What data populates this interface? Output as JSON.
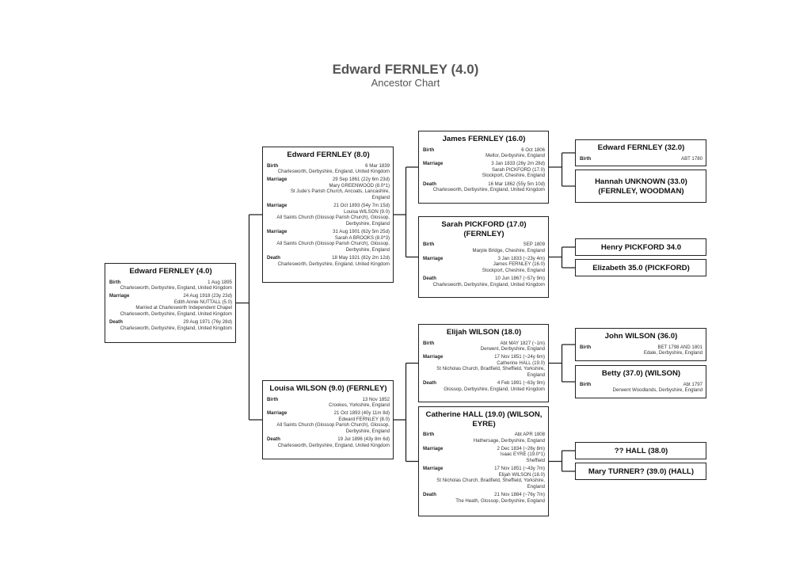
{
  "header": {
    "title": "Edward FERNLEY (4.0)",
    "subtitle": "Ancestor Chart"
  },
  "people": [
    {
      "id": "edward-4",
      "name": "Edward FERNLEY (4.0)",
      "events": [
        {
          "label": "Birth",
          "lines": [
            "1 Aug 1895",
            "Charlesworth, Derbyshire, England, United Kingdom"
          ]
        },
        {
          "label": "Marriage",
          "lines": [
            "24 Aug 1918 (23y 23d)",
            "Edith Annie NUTTALL (5.0)",
            "Married at Charlesworth Independent Chapel",
            "Charlesworth, Derbyshire, England, United Kingdom"
          ]
        },
        {
          "label": "Death",
          "lines": [
            "29 Aug 1971 (76y 28d)",
            "Charlesworth, Derbyshire, England, United Kingdom"
          ]
        }
      ]
    },
    {
      "id": "edward-8",
      "name": "Edward FERNLEY (8.0)",
      "events": [
        {
          "label": "Birth",
          "lines": [
            "6 Mar 1839",
            "Charlesworth, Derbyshire, England, United Kingdom"
          ]
        },
        {
          "label": "Marriage",
          "lines": [
            "29 Sep 1861 (22y 6m 23d)",
            "Mary GREENWOOD (8.0*1)",
            "St Jude's Parish Church, Ancoats, Lancashire,",
            "England"
          ]
        },
        {
          "label": "Marriage",
          "lines": [
            "21 Oct 1893 (54y 7m 15d)",
            "Louisa WILSON (9.0)",
            "All Saints Church (Glossop Parish Church), Glossop,",
            "Derbyshire, England"
          ]
        },
        {
          "label": "Marriage",
          "lines": [
            "31 Aug 1901 (62y 5m 25d)",
            "Sarah A BROOKS (8.0*3)",
            "All Saints Church (Glossop Parish Church), Glossop,",
            "Derbyshire, England"
          ]
        },
        {
          "label": "Death",
          "lines": [
            "18 May 1921 (82y 2m 12d)",
            "Charlesworth, Derbyshire, England, United Kingdom"
          ]
        }
      ]
    },
    {
      "id": "louisa-9",
      "name": "Louisa WILSON (9.0) (FERNLEY)",
      "events": [
        {
          "label": "Birth",
          "lines": [
            "13 Nov 1852",
            "Crookes, Yorkshire, England"
          ]
        },
        {
          "label": "Marriage",
          "lines": [
            "21 Oct 1893 (40y 11m 8d)",
            "Edward FERNLEY (8.0)",
            "All Saints Church (Glossop Parish Church), Glossop,",
            "Derbyshire, England"
          ]
        },
        {
          "label": "Death",
          "lines": [
            "19 Jul 1896 (43y 8m 6d)",
            "Charlesworth, Derbyshire, England, United Kingdom"
          ]
        }
      ]
    },
    {
      "id": "james-16",
      "name": "James FERNLEY (16.0)",
      "events": [
        {
          "label": "Birth",
          "lines": [
            "6 Oct 1806",
            "Mellor, Derbyshire, England"
          ]
        },
        {
          "label": "Marriage",
          "lines": [
            "3 Jan 1833 (26y 2m 28d)",
            "Sarah PICKFORD (17.0)",
            "Stockport, Cheshire, England"
          ]
        },
        {
          "label": "Death",
          "lines": [
            "16 Mar 1862 (55y 5m 10d)",
            "Charlesworth, Derbyshire, England, United Kingdom"
          ]
        }
      ]
    },
    {
      "id": "sarah-17",
      "name": "Sarah PICKFORD (17.0) (FERNLEY)",
      "events": [
        {
          "label": "Birth",
          "lines": [
            "SEP 1809",
            "Marple Bridge, Cheshire, England"
          ]
        },
        {
          "label": "Marriage",
          "lines": [
            "3 Jan 1833 (~23y 4m)",
            "James FERNLEY (16.0)",
            "Stockport, Cheshire, England"
          ]
        },
        {
          "label": "Death",
          "lines": [
            "10 Jun 1867 (~57y 9m)",
            "Charlesworth, Derbyshire, England, United Kingdom"
          ]
        }
      ]
    },
    {
      "id": "elijah-18",
      "name": "Elijah WILSON (18.0)",
      "events": [
        {
          "label": "Birth",
          "lines": [
            "Abt MAY 1827 (~1m)",
            "Derwent, Derbyshire, England"
          ]
        },
        {
          "label": "Marriage",
          "lines": [
            "17 Nov 1851 (~24y 6m)",
            "Catherine HALL (19.0)",
            "St Nicholas Church, Bradfield, Sheffield, Yorkshire,",
            "England"
          ]
        },
        {
          "label": "Death",
          "lines": [
            "4 Feb 1891 (~63y 9m)",
            "Glossop, Derbyshire, England, United Kingdom"
          ]
        }
      ]
    },
    {
      "id": "catherine-19",
      "name": "Catherine HALL (19.0) (WILSON, EYRE)",
      "events": [
        {
          "label": "Birth",
          "lines": [
            "Abt APR 1808",
            "Hathersage, Derbyshire, England"
          ]
        },
        {
          "label": "Marriage",
          "lines": [
            "2 Dec 1834 (~26y 8m)",
            "Isaac EYRE (19.0*1)",
            "Sheffield"
          ]
        },
        {
          "label": "Marriage",
          "lines": [
            "17 Nov 1851 (~43y 7m)",
            "Elijah WILSON (18.0)",
            "St Nicholas Church, Bradfield, Sheffield, Yorkshire,",
            "England"
          ]
        },
        {
          "label": "Death",
          "lines": [
            "21 Nov 1884 (~76y 7m)",
            "The Heath, Glossop, Derbyshire, England"
          ]
        }
      ]
    },
    {
      "id": "edward-32",
      "name": "Edward FERNLEY (32.0)",
      "events": [
        {
          "label": "Birth",
          "lines": [
            "ABT 1780"
          ]
        }
      ]
    },
    {
      "id": "hannah-33",
      "name": "Hannah UNKNOWN (33.0) (FERNLEY, WOODMAN)",
      "events": []
    },
    {
      "id": "henry-34",
      "name": "Henry PICKFORD 34.0",
      "events": []
    },
    {
      "id": "elizabeth-35",
      "name": "Elizabeth 35.0 (PICKFORD)",
      "events": []
    },
    {
      "id": "john-36",
      "name": "John WILSON (36.0)",
      "events": [
        {
          "label": "Birth",
          "lines": [
            "BET 1798 AND 1801",
            "Edale, Derbyshire, England"
          ]
        }
      ]
    },
    {
      "id": "betty-37",
      "name": "Betty (37.0) (WILSON)",
      "events": [
        {
          "label": "Birth",
          "lines": [
            "Abt 1797",
            "Derwent Woodlands, Derbyshire, England"
          ]
        }
      ]
    },
    {
      "id": "hall-38",
      "name": "?? HALL (38.0)",
      "events": []
    },
    {
      "id": "mary-39",
      "name": "Mary TURNER? (39.0) (HALL)",
      "events": []
    }
  ],
  "links": [
    {
      "from": "edward-4",
      "to": [
        "edward-8",
        "louisa-9"
      ]
    },
    {
      "from": "edward-8",
      "to": [
        "james-16",
        "sarah-17"
      ]
    },
    {
      "from": "louisa-9",
      "to": [
        "elijah-18",
        "catherine-19"
      ]
    },
    {
      "from": "james-16",
      "to": [
        "edward-32",
        "hannah-33"
      ]
    },
    {
      "from": "sarah-17",
      "to": [
        "henry-34",
        "elizabeth-35"
      ]
    },
    {
      "from": "elijah-18",
      "to": [
        "john-36",
        "betty-37"
      ]
    },
    {
      "from": "catherine-19",
      "to": [
        "hall-38",
        "mary-39"
      ]
    }
  ]
}
